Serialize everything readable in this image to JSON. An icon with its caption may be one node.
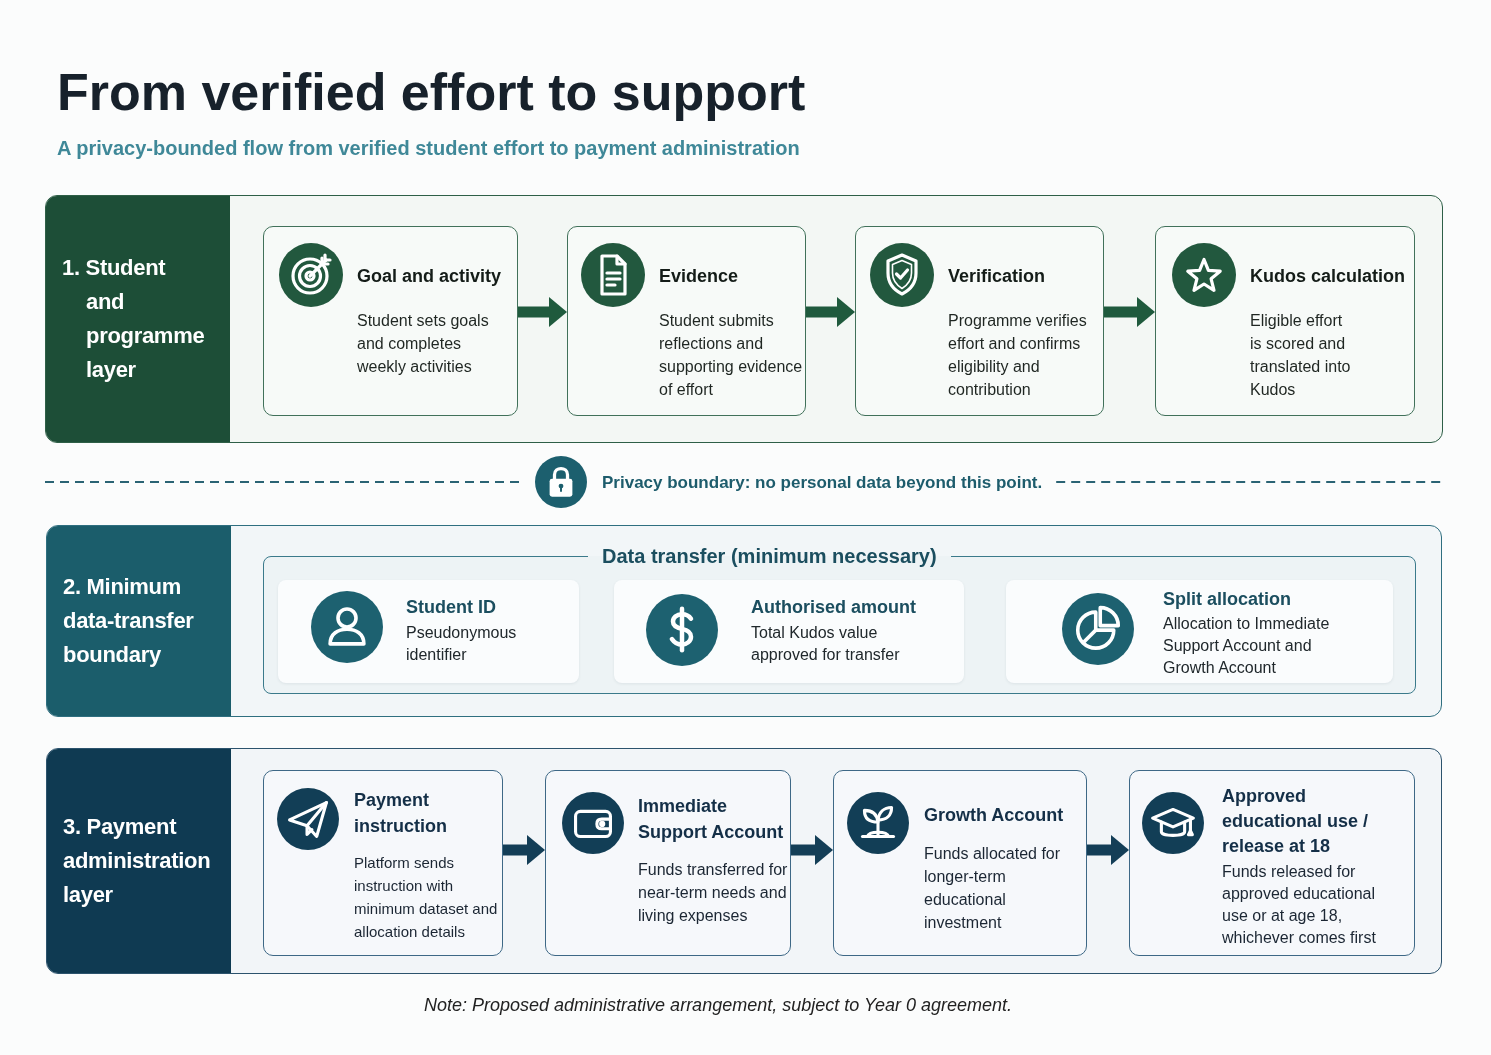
{
  "diagram": {
    "title": "From verified effort to support",
    "nodes": [
      {
        "text": [
          "1. Student and programme layer"
        ]
      },
      {
        "text": [
          "Goal and activity",
          "Student sets goals and completes weekly activities"
        ],
        "in": 0
      },
      {
        "text": [
          "Evidence",
          "Student submits reflections and supporting evidence of effort"
        ],
        "in": 0
      },
      {
        "text": [
          "Verification",
          "Programme verifies effort and confirms eligibility and contribution"
        ],
        "in": 0
      },
      {
        "text": [
          "Kudos calculation",
          "Eligible effort is scored and translated into Kudos"
        ],
        "in": 0
      },
      {
        "text": [
          "2. Minimum data-transfer boundary"
        ]
      },
      {
        "text": [
          "Data transfer (minimum necessary)"
        ],
        "in": 5
      },
      {
        "text": [
          "Student ID",
          "Pseudonymous identifier"
        ],
        "in": 6
      },
      {
        "text": [
          "Authorised amount",
          "Total Kudos value approved for transfer"
        ],
        "in": 6
      },
      {
        "text": [
          "Split allocation",
          "Allocation to Immediate Support Account and Growth Account"
        ],
        "in": 6
      },
      {
        "text": [
          "3. Payment administration layer"
        ]
      },
      {
        "text": [
          "Payment instruction",
          "Platform sends instruction with minimum dataset and allocation details"
        ],
        "in": 10
      },
      {
        "text": [
          "Immediate Support Account",
          "Funds transferred for near-term needs and living expenses"
        ],
        "in": 10
      },
      {
        "text": [
          "Growth Account",
          "Funds allocated for longer-term educational investment"
        ],
        "in": 10
      },
      {
        "text": [
          "Approved educational use / release at 18",
          "Funds released for approved educational use or at age 18, whichever comes first"
        ],
        "in": 10
      }
    ],
    "edges": [
      {
        "from": 1,
        "to": 2,
        "arrow": "to",
        "color": "#1f5a3d"
      },
      {
        "from": 2,
        "to": 3,
        "arrow": "to",
        "color": "#1f5a3d"
      },
      {
        "from": 3,
        "to": 4,
        "arrow": "to",
        "color": "#1f5a3d"
      },
      {
        "from": 11,
        "to": 12,
        "arrow": "to",
        "color": "#143e57"
      },
      {
        "from": 12,
        "to": 13,
        "arrow": "to",
        "color": "#143e57"
      },
      {
        "from": 13,
        "to": 14,
        "arrow": "to",
        "color": "#143e57"
      }
    ],
    "labels": [
      "A privacy-bounded flow from verified student effort to payment administration",
      "Privacy boundary: no personal data beyond this point.",
      "Note: Proposed administrative arrangement, subject to Year 0 agreement."
    ]
  }
}
